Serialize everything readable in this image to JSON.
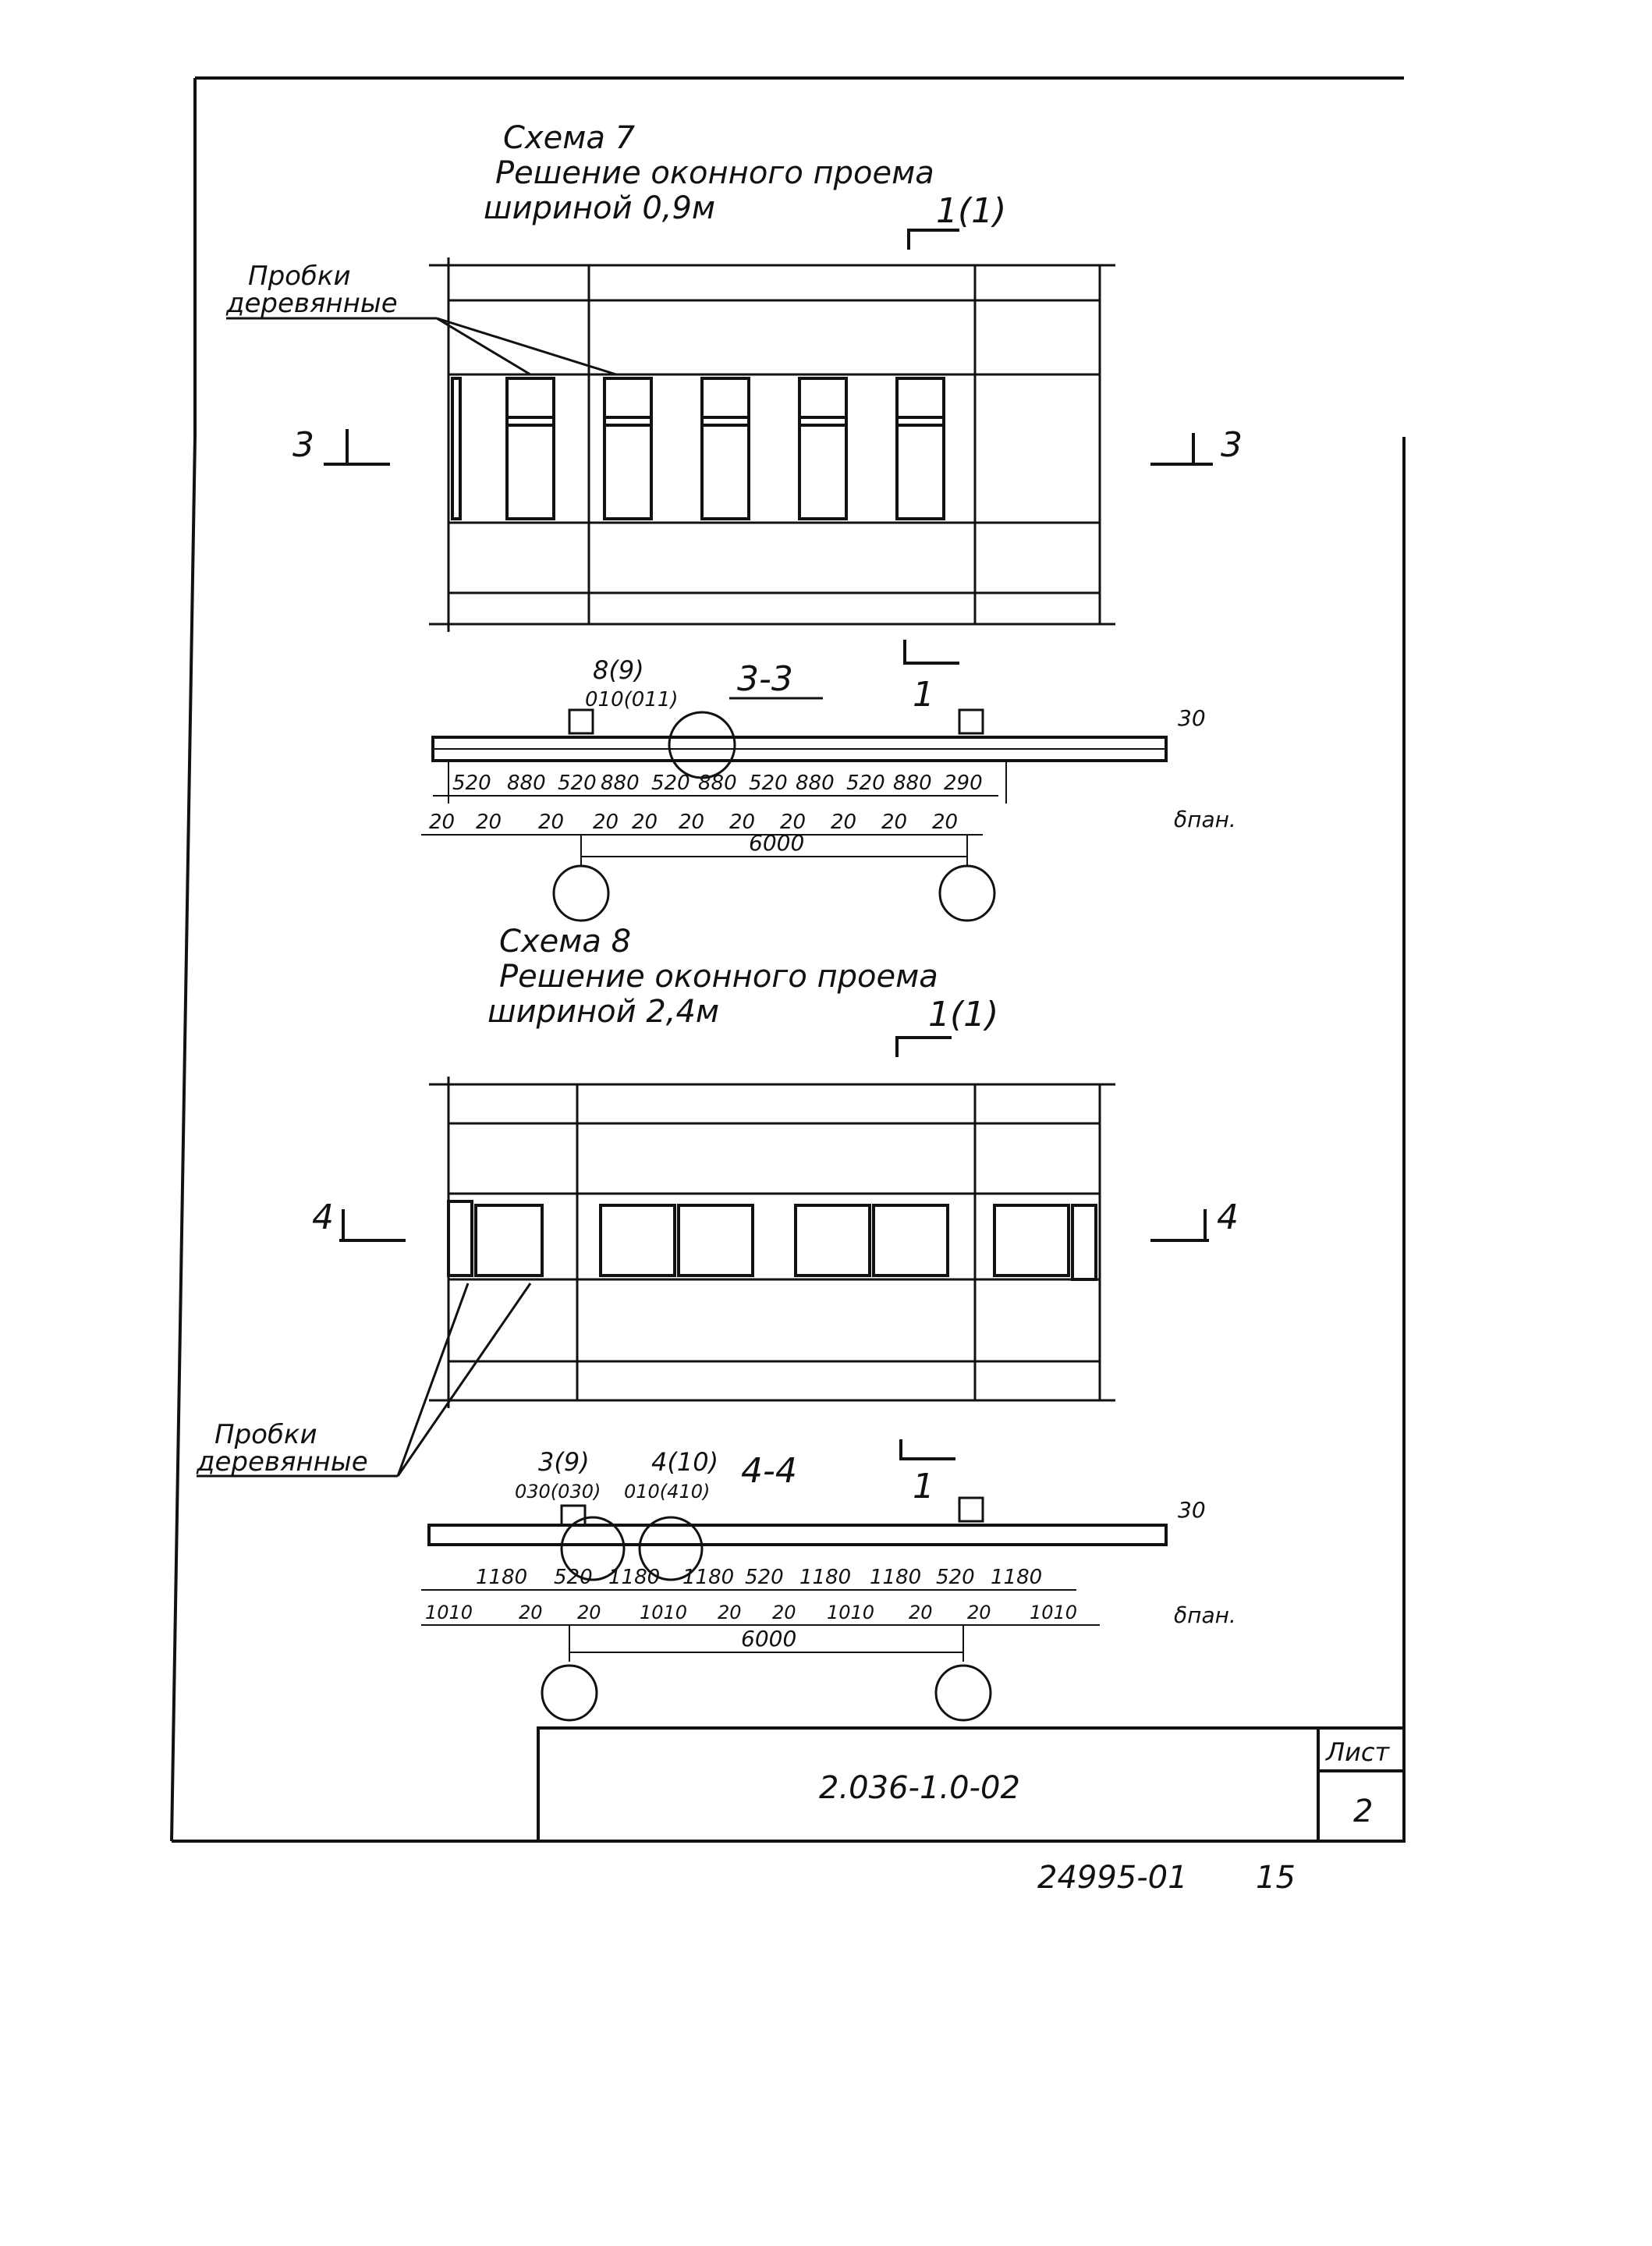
{
  "scheme7": {
    "title": "Схема 7",
    "subtitle_line1": "Решение оконного проема",
    "subtitle_line2": "шириной 0,9м",
    "section_mark_top": "1(1)",
    "plug_label_line1": "Пробки",
    "plug_label_line2": "деревянные",
    "section_left": "3",
    "section_right": "3",
    "section_title": "3-3",
    "section_mark_bottom": "1",
    "node_ref_top": "8(9)",
    "node_ref_bottom": "010(011)",
    "dim_right": "30",
    "dim_right_label": "δпан.",
    "dims_row1": [
      "520",
      "880",
      "520",
      "880",
      "520",
      "880",
      "520",
      "880",
      "520",
      "880",
      "290"
    ],
    "dims_row2": [
      "20",
      "20",
      "20",
      "20",
      "20",
      "20",
      "20",
      "20",
      "20",
      "20",
      "20"
    ],
    "total": "6000"
  },
  "scheme8": {
    "title": "Схема 8",
    "subtitle_line1": "Решение оконного проема",
    "subtitle_line2": "шириной 2,4м",
    "section_mark_top": "1(1)",
    "plug_label_line1": "Пробки",
    "plug_label_line2": "деревянные",
    "section_left": "4",
    "section_right": "4",
    "section_title": "4-4",
    "section_mark_bottom": "1",
    "node_ref1_top": "3(9)",
    "node_ref1_bottom": "030(030)",
    "node_ref2_top": "4(10)",
    "node_ref2_bottom": "010(410)",
    "dim_right": "30",
    "dim_right_label": "δпан.",
    "dims_row1": [
      "1180",
      "520",
      "1180",
      "1180",
      "520",
      "1180",
      "1180",
      "520",
      "1180"
    ],
    "dims_row2": [
      "1010",
      "20",
      "20",
      "1010",
      "20",
      "20",
      "1010",
      "20",
      "20",
      "1010"
    ],
    "total": "6000"
  },
  "stamp": {
    "sheet_label": "Лист",
    "doc_code": "2.036-1.0-02",
    "sheet_number": "2"
  },
  "footer": {
    "archive_number": "24995-01",
    "page_number": "15"
  }
}
